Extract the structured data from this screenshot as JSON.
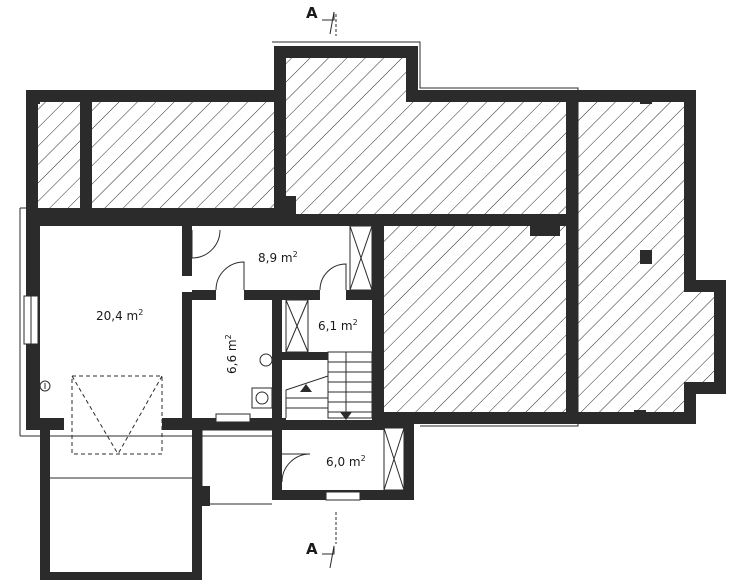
{
  "section_marks": [
    {
      "letter": "A"
    },
    {
      "letter": "A"
    }
  ],
  "rooms": [
    {
      "id": "room-garage",
      "value": "20,4 m",
      "sup": "2"
    },
    {
      "id": "room-hall",
      "value": "8,9 m",
      "sup": "2"
    },
    {
      "id": "room-bath",
      "value": "6,6 m",
      "sup": "2"
    },
    {
      "id": "room-stair",
      "value": "6,1 m",
      "sup": "2"
    },
    {
      "id": "room-entry",
      "value": "6,0 m",
      "sup": "2"
    }
  ],
  "colors": {
    "wall": "#2b2b2b",
    "background": "#ffffff"
  }
}
